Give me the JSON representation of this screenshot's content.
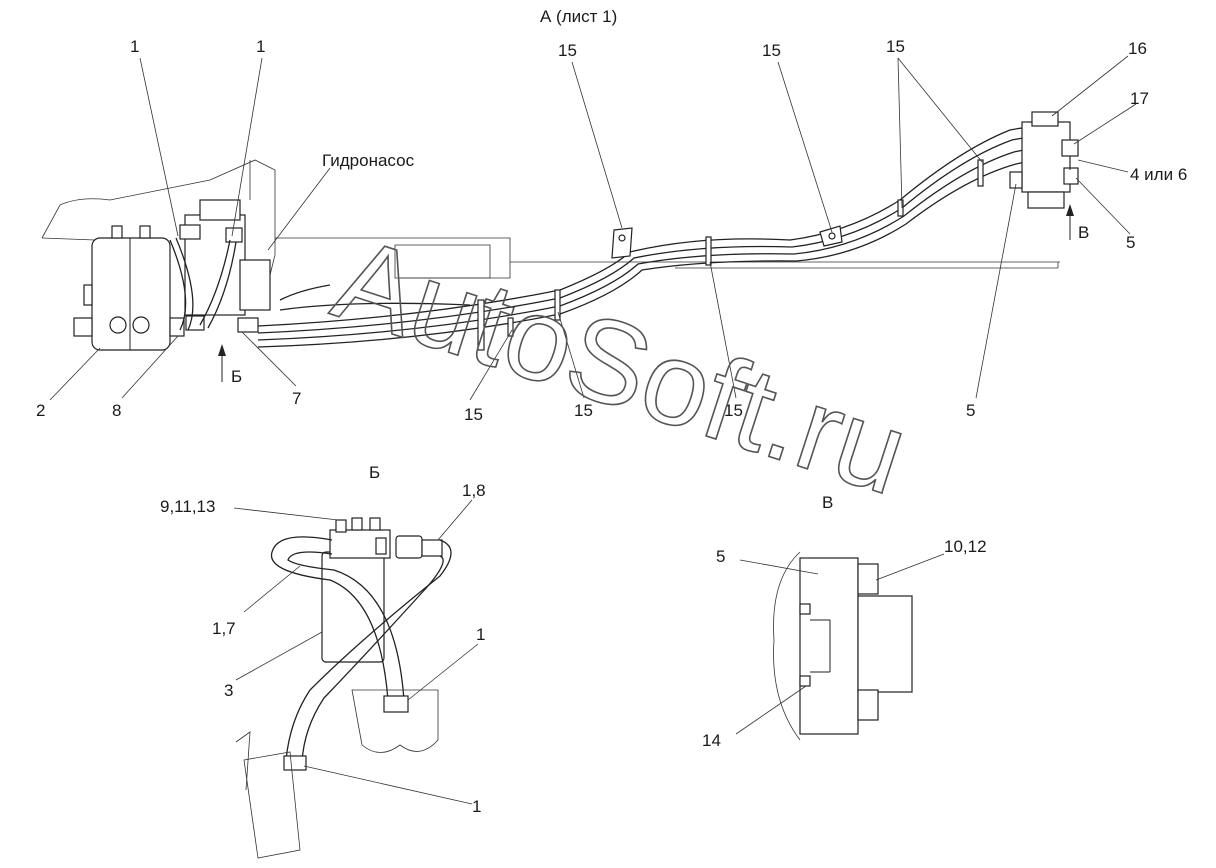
{
  "main_view": {
    "title": "А (лист 1)",
    "pump_label": "Гидронасос",
    "callouts": {
      "c1a": "1",
      "c1b": "1",
      "c15a": "15",
      "c15b": "15",
      "c15c": "15",
      "c16": "16",
      "c17": "17",
      "c4or6": "4 или 6",
      "c5a": "5",
      "c5b": "5",
      "c2": "2",
      "c8": "8",
      "c7": "7",
      "c15d": "15",
      "c15e": "15",
      "c15f": "15"
    },
    "arrow_b": "Б",
    "arrow_v": "В"
  },
  "view_b": {
    "title": "Б",
    "callouts": {
      "c9": "9,11,13",
      "c18": "1,8",
      "c17": "1,7",
      "c3": "3",
      "c1a": "1",
      "c1b": "1"
    }
  },
  "view_v": {
    "title": "В",
    "callouts": {
      "c5": "5",
      "c1012": "10,12",
      "c14": "14"
    }
  },
  "watermark": "AutoSoft.ru"
}
